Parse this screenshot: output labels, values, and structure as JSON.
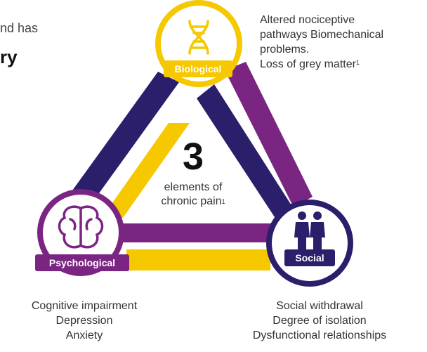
{
  "intro": {
    "text_fragment": "nd has",
    "bold_fragment": "ry"
  },
  "nodes": {
    "biological": {
      "label": "Biological",
      "icon": "dna-icon",
      "color": "#F5C800"
    },
    "psychological": {
      "label": "Psychological",
      "icon": "brain-icon",
      "color": "#7B2583"
    },
    "social": {
      "label": "Social",
      "icon": "people-icon",
      "color": "#2B1E6B"
    }
  },
  "center": {
    "number": "3",
    "line1": "elements of",
    "line2": "chronic pain",
    "footnote": "1"
  },
  "biological_desc": {
    "line1": "Altered nociceptive",
    "line2": "pathways Biomechanical",
    "line3": "problems.",
    "line4": "Loss of grey matter",
    "footnote": "1"
  },
  "psychological_desc": [
    "Cognitive impairment",
    "Depression",
    "Anxiety"
  ],
  "social_desc": [
    "Social withdrawal",
    "Degree of isolation",
    "Dysfunctional relationships"
  ],
  "colors": {
    "purple": "#7B2583",
    "navy": "#2B1E6B",
    "yellow": "#F5C800"
  }
}
